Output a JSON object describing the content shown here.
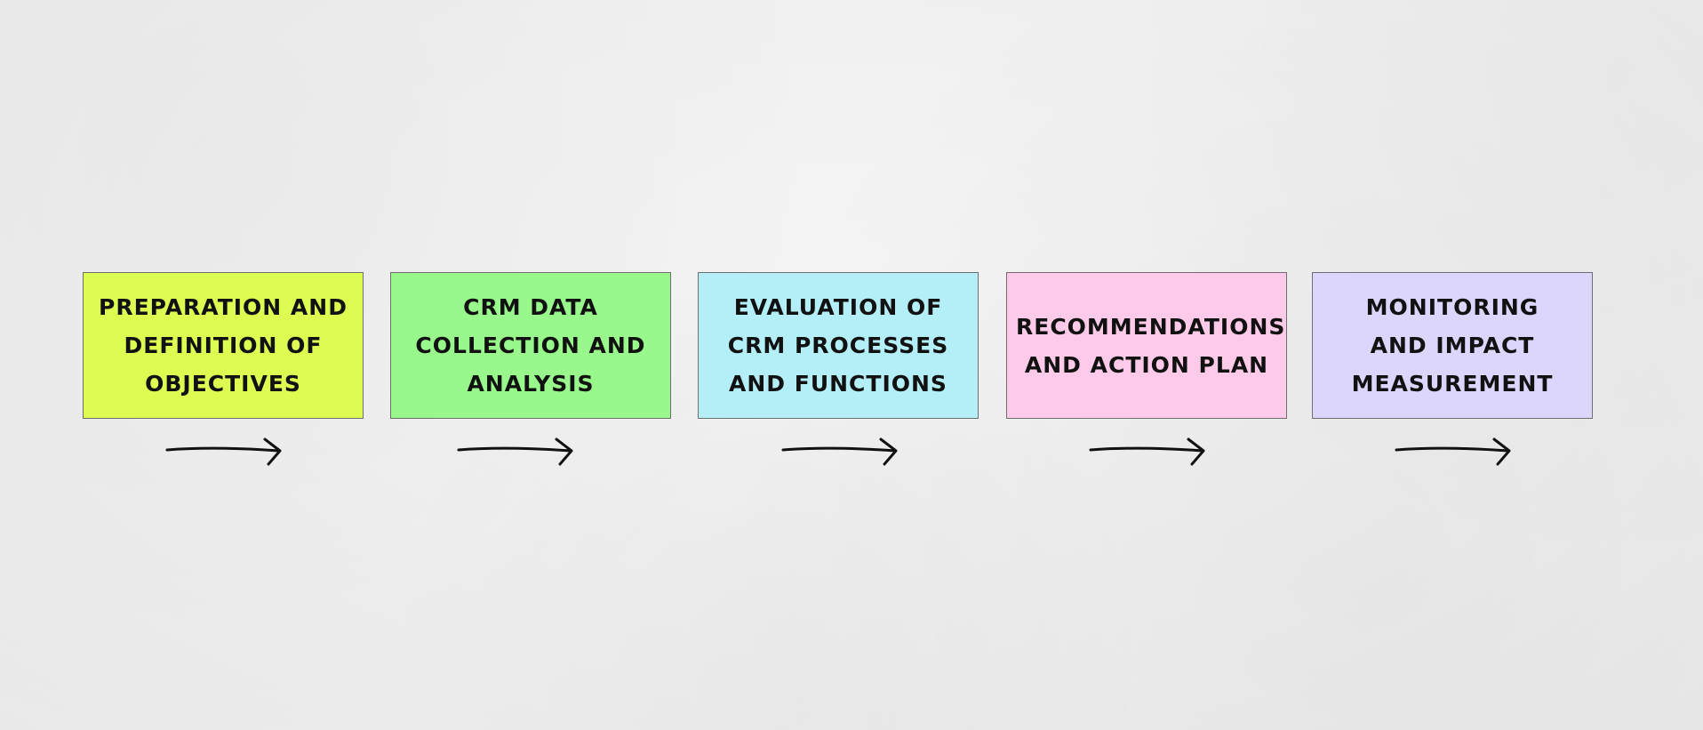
{
  "steps": [
    {
      "label": "PREPARATION AND\nDEFINITION OF\nOBJECTIVES",
      "color": "#dcfc52"
    },
    {
      "label": "CRM DATA\nCOLLECTION AND\nANALYSIS",
      "color": "#98f88c"
    },
    {
      "label": "EVALUATION OF\nCRM PROCESSES\nAND FUNCTIONS",
      "color": "#b4eff8"
    },
    {
      "label": "RECOMMENDATIONS\nAND ACTION PLAN",
      "color": "#fdcbe9"
    },
    {
      "label": "MONITORING\nAND IMPACT\nMEASUREMENT",
      "color": "#dcd5fc"
    }
  ],
  "arrow": {
    "icon": "right-arrow-icon",
    "color": "#111111"
  }
}
